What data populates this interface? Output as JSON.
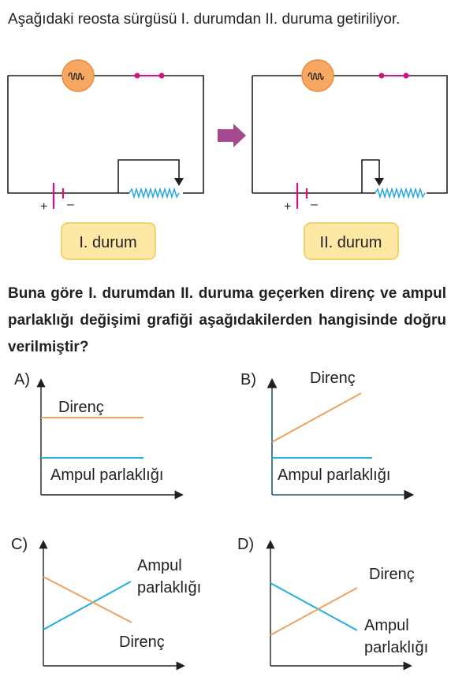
{
  "intro_text": "Aşağıdaki reosta sürgüsü I. durumdan II. duruma getiriliyor.",
  "circuits": [
    {
      "label": "I. durum",
      "plus": "+",
      "minus": "–"
    },
    {
      "label": "II. durum",
      "plus": "+",
      "minus": "–"
    }
  ],
  "question_text": "Buna göre I. durumdan II. duruma geçerken direnç ve ampul parlaklığı değişimi grafiği aşağıdakilerden hangisinde doğru verilmiştir?",
  "options": [
    {
      "letter": "A)",
      "label_top": "Direnç",
      "label_bottom": "Ampul parlaklığı"
    },
    {
      "letter": "B)",
      "label_top": "Direnç",
      "label_bottom": "Ampul parlaklığı"
    },
    {
      "letter": "C)",
      "label_top_1": "Ampul",
      "label_top_2": "parlaklığı",
      "label_bottom": "Direnç"
    },
    {
      "letter": "D)",
      "label_top": "Direnç",
      "label_bottom_1": "Ampul",
      "label_bottom_2": "parlaklığı"
    }
  ],
  "colors": {
    "wire": "#231f20",
    "bulb_fill": "#f7a964",
    "bulb_stroke": "#e8893a",
    "switch": "#d6127f",
    "resistor": "#29a6d9",
    "arrow": "#a5498f",
    "label_box_fill": "#fde9a3",
    "label_box_stroke": "#f4c64f",
    "direnc_line": "#f0a15f",
    "parlaklik_line": "#24aee0",
    "axis_dark": "#1a5b78"
  }
}
